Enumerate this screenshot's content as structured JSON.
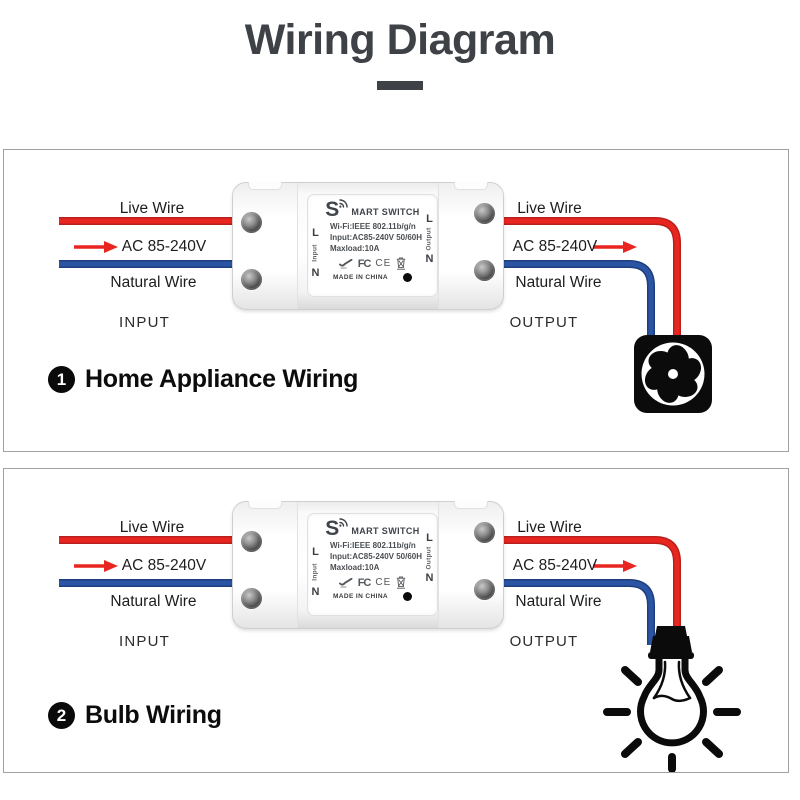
{
  "page": {
    "title": "Wiring Diagram"
  },
  "wiring": {
    "live": "Live Wire",
    "voltage": "AC 85-240V",
    "neutral": "Natural Wire",
    "input": "INPUT",
    "output": "OUTPUT"
  },
  "device": {
    "brand_initial": "S",
    "brand_rest": "MART SWITCH",
    "spec_wifi": "Wi-Fi:IEEE 802.11b/g/n",
    "spec_input": "Input:AC85-240V 50/60Hz",
    "spec_maxload": "Maxload:10A",
    "made_in": "MADE IN CHINA",
    "terminals": {
      "live": "L",
      "neutral": "N",
      "input": "Input",
      "output": "Output"
    },
    "certs": {
      "fcc": "FC",
      "ce": "CE"
    }
  },
  "sections": [
    {
      "number": "1",
      "title": "Home Appliance Wiring"
    },
    {
      "number": "2",
      "title": "Bulb Wiring"
    }
  ],
  "colors": {
    "live_wire": "#e8251f",
    "live_wire_dark": "#b7201c",
    "neutral_wire": "#2b55a4",
    "neutral_wire_dark": "#1d3f7d",
    "heading": "#3e4247"
  }
}
